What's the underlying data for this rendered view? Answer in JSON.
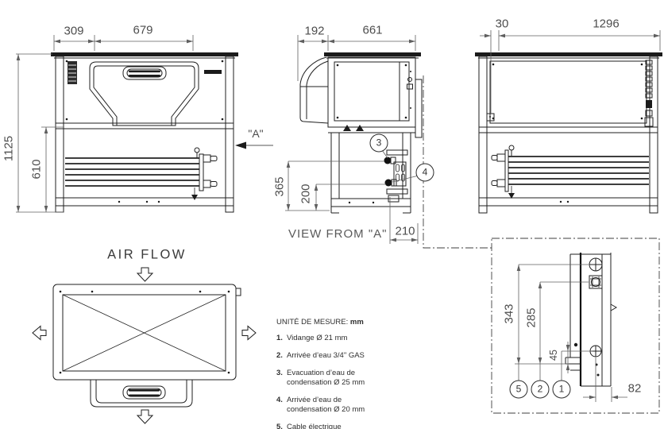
{
  "front": {
    "dim_width_left": "309",
    "dim_width_right": "679",
    "dim_height_total": "1125",
    "dim_height_lower": "610",
    "section_arrow": "\"A\""
  },
  "side": {
    "dim_depth_hood": "192",
    "dim_depth_body": "661",
    "dim_h365": "365",
    "dim_h200": "200",
    "dim_w210": "210",
    "view_label": "VIEW FROM \"A\"",
    "callout_3": "3",
    "callout_4": "4"
  },
  "rear": {
    "dim_offset": "30",
    "dim_width": "1296"
  },
  "top_view": {
    "airflow": "AIR FLOW"
  },
  "detail": {
    "dim_343": "343",
    "dim_285": "285",
    "dim_45": "45",
    "dim_82": "82",
    "callout_5": "5",
    "callout_2": "2",
    "callout_1": "1"
  },
  "legend": {
    "title": "UNITÉ DE MESURE:",
    "unit": "mm",
    "items": [
      {
        "num": "1.",
        "text": "Vidange Ø 21 mm"
      },
      {
        "num": "2.",
        "text": "Arrivée d’eau 3/4\" GAS"
      },
      {
        "num": "3.",
        "text": "Evacuation d’eau de condensation Ø 25 mm"
      },
      {
        "num": "4.",
        "text": "Arrivée d’eau de condensation Ø 20 mm"
      },
      {
        "num": "5.",
        "text": "Cable électrique"
      }
    ]
  }
}
